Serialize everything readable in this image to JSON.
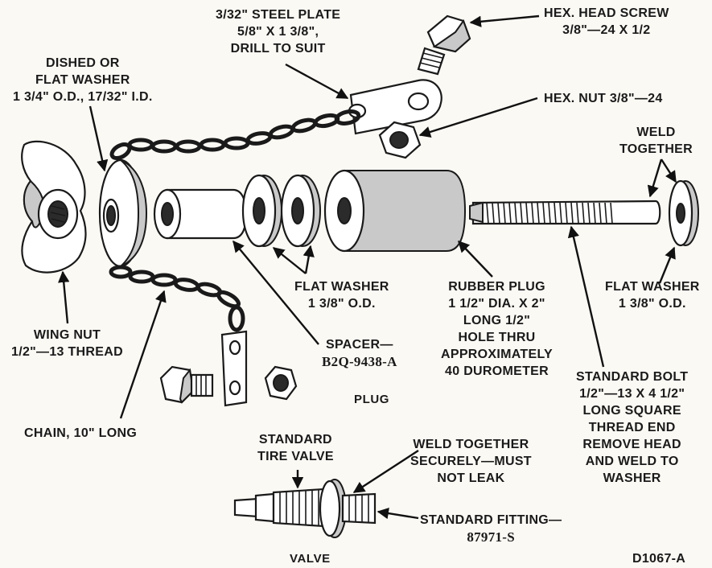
{
  "labels": {
    "steel_plate": [
      "3/32\" STEEL PLATE",
      "5/8\" X 1 3/8\",",
      "DRILL TO SUIT"
    ],
    "hex_head_screw": [
      "HEX. HEAD SCREW",
      "3/8\"—24 X 1/2"
    ],
    "dished_washer": [
      "DISHED OR",
      "FLAT WASHER",
      "1 3/4\" O.D., 17/32\" I.D."
    ],
    "hex_nut": [
      "HEX. NUT 3/8\"—24"
    ],
    "weld_together": [
      "WELD",
      "TOGETHER"
    ],
    "flat_washer_mid": [
      "FLAT WASHER",
      "1 3/8\" O.D."
    ],
    "rubber_plug": [
      "RUBBER PLUG",
      "1 1/2\" DIA. X 2\"",
      "LONG 1/2\"",
      "HOLE THRU",
      "APPROXIMATELY",
      "40 DUROMETER"
    ],
    "flat_washer_right": [
      "FLAT WASHER",
      "1 3/8\" O.D."
    ],
    "wing_nut": [
      "WING NUT",
      "1/2\"—13 THREAD"
    ],
    "spacer": [
      "SPACER—",
      "B2Q-9438-A"
    ],
    "standard_bolt": [
      "STANDARD BOLT",
      "1/2\"—13 X 4 1/2\"",
      "LONG SQUARE",
      "THREAD END",
      "REMOVE HEAD",
      "AND WELD TO",
      "WASHER"
    ],
    "plug_caption": "PLUG",
    "chain": "CHAIN, 10\" LONG",
    "tire_valve": [
      "STANDARD",
      "TIRE VALVE"
    ],
    "weld_securely": [
      "WELD TOGETHER",
      "SECURELY—MUST",
      "NOT LEAK"
    ],
    "standard_fitting": [
      "STANDARD FITTING—",
      "87971-S"
    ],
    "valve_caption": "VALVE",
    "figure_id": "D1067-A"
  },
  "icons": [
    "wing-nut-icon",
    "dished-washer-icon",
    "spacer-icon",
    "flat-washer-icon",
    "rubber-plug-icon",
    "bolt-icon",
    "hex-nut-icon",
    "hex-screw-icon",
    "steel-plate-icon",
    "chain-icon",
    "tire-valve-icon"
  ]
}
